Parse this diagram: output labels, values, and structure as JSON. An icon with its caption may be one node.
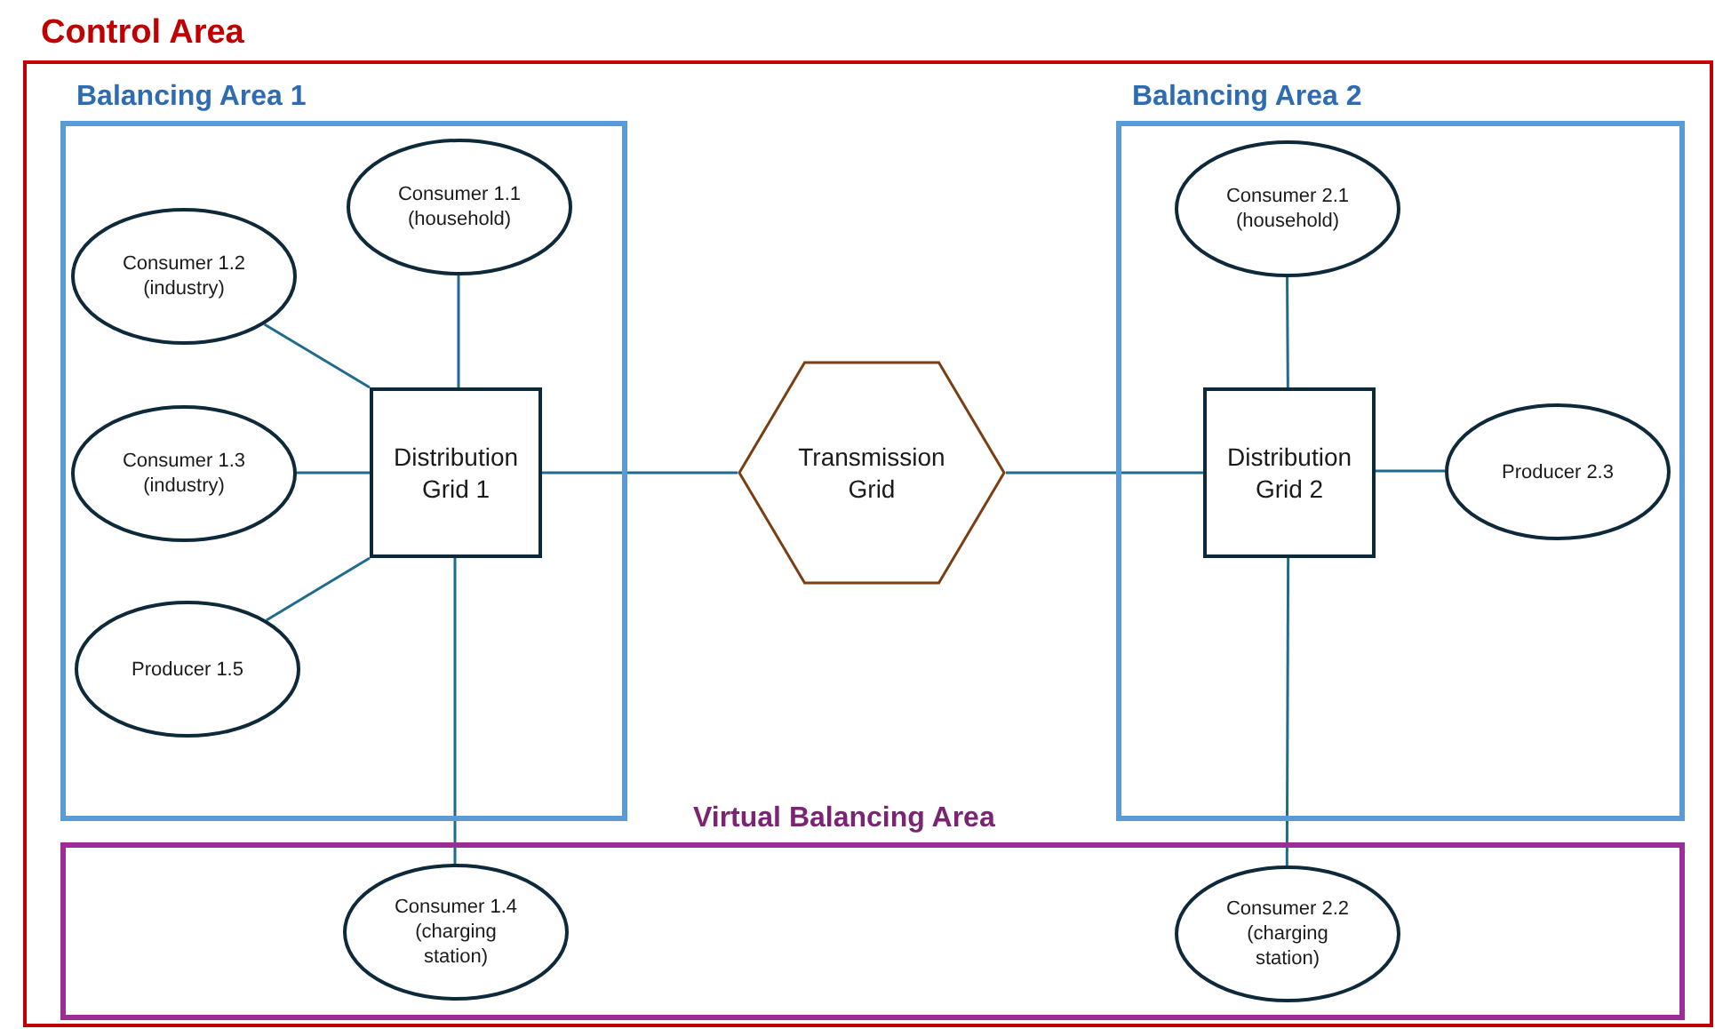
{
  "diagram": {
    "nodes": [
      {
        "text": [
          "Control Area"
        ]
      },
      {
        "text": [
          "Balancing Area 1"
        ],
        "in": 0
      },
      {
        "text": [
          "Consumer 1.1 (household)"
        ],
        "in": 1
      },
      {
        "text": [
          "Consumer 1.2 (industry)"
        ],
        "in": 1
      },
      {
        "text": [
          "Consumer 1.3 (industry)"
        ],
        "in": 1
      },
      {
        "text": [
          "Distribution Grid 1"
        ],
        "in": 1
      },
      {
        "text": [
          "Producer 1.5"
        ],
        "in": 1
      },
      {
        "text": [
          "Transmission Grid"
        ],
        "in": 0
      },
      {
        "text": [
          "Balancing Area 2"
        ],
        "in": 0
      },
      {
        "text": [
          "Consumer 2.1 (household)"
        ],
        "in": 8
      },
      {
        "text": [
          "Distribution Grid 2"
        ],
        "in": 8
      },
      {
        "text": [
          "Producer 2.3"
        ],
        "in": 8
      },
      {
        "text": [
          "Virtual Balancing Area"
        ],
        "in": 0
      },
      {
        "text": [
          "Consumer 1.4 (charging station)"
        ],
        "in": 12
      },
      {
        "text": [
          "Consumer 2.2 (charging station)"
        ],
        "in": 12
      }
    ],
    "edges": [
      {
        "from": 2,
        "to": 5,
        "arrow": "none"
      },
      {
        "from": 3,
        "to": 5,
        "arrow": "none"
      },
      {
        "from": 4,
        "to": 5,
        "arrow": "none"
      },
      {
        "from": 6,
        "to": 5,
        "arrow": "none"
      },
      {
        "from": 5,
        "to": 7,
        "arrow": "none"
      },
      {
        "from": 7,
        "to": 10,
        "arrow": "none"
      },
      {
        "from": 9,
        "to": 10,
        "arrow": "none"
      },
      {
        "from": 10,
        "to": 11,
        "arrow": "none"
      },
      {
        "from": 5,
        "to": 13,
        "arrow": "none"
      },
      {
        "from": 10,
        "to": 14,
        "arrow": "none"
      }
    ]
  }
}
